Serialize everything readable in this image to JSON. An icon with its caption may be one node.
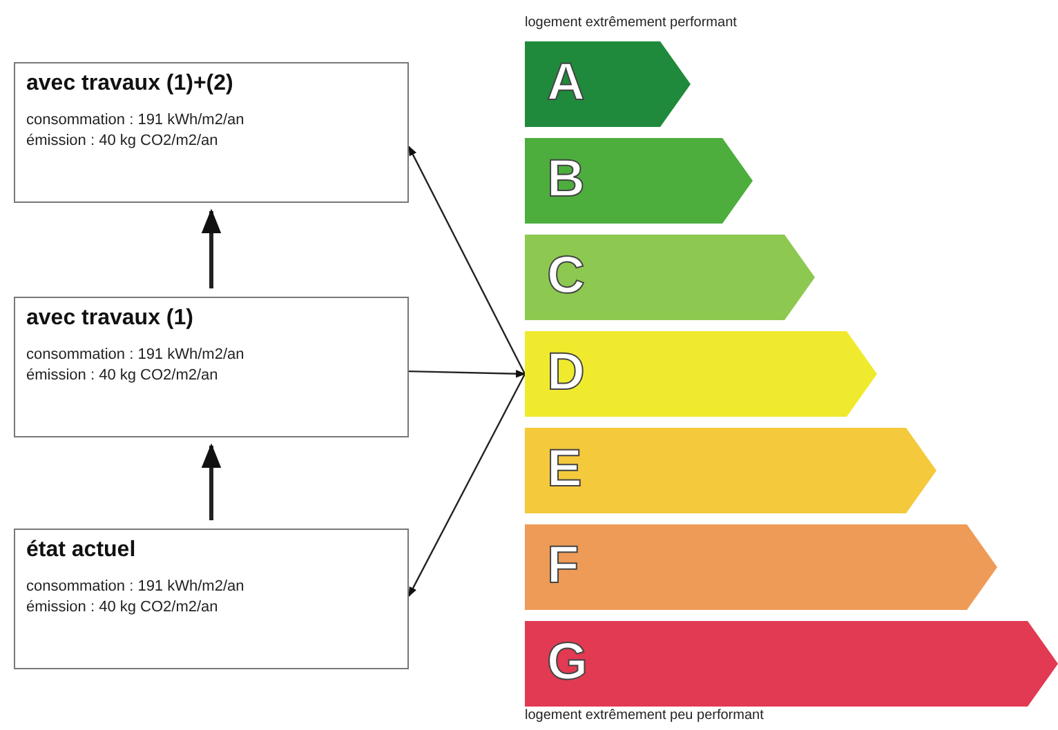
{
  "diagram": {
    "nodes": [
      {
        "text": [
          "avec travaux (1)+(2)",
          "consommation : 191 kWh/m2/an",
          "émission : 40 kg CO2/m2/an"
        ]
      },
      {
        "text": [
          "avec travaux (1)",
          "consommation : 191 kWh/m2/an",
          "émission : 40 kg CO2/m2/an"
        ]
      },
      {
        "text": [
          "état actuel",
          "consommation : 191 kWh/m2/an",
          "émission : 40 kg CO2/m2/an"
        ]
      },
      {
        "text": [
          "A"
        ]
      },
      {
        "text": [
          "B"
        ]
      },
      {
        "text": [
          "C"
        ]
      },
      {
        "text": [
          "D"
        ]
      },
      {
        "text": [
          "E"
        ]
      },
      {
        "text": [
          "F"
        ]
      },
      {
        "text": [
          "G"
        ]
      }
    ],
    "edges": [
      {
        "from": 1,
        "to": 0,
        "arrow": "to",
        "style": "thick"
      },
      {
        "from": 2,
        "to": 1,
        "arrow": "to",
        "style": "thick"
      },
      {
        "from": 6,
        "to": 0,
        "arrow": "to"
      },
      {
        "from": 1,
        "to": 6,
        "arrow": "to"
      },
      {
        "from": 6,
        "to": 2,
        "arrow": "to"
      }
    ],
    "labels": [
      "logement extrêmement performant",
      "logement extrêmement peu performant"
    ]
  }
}
